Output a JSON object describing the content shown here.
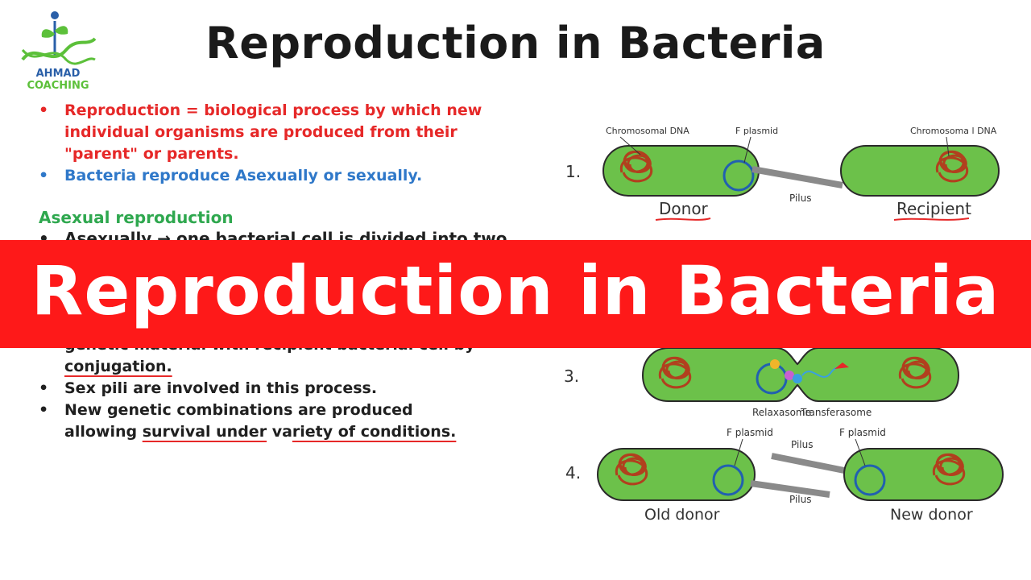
{
  "logo": {
    "line1": "AHMAD",
    "line2": "COACHING"
  },
  "title": "Reproduction in Bacteria",
  "intro_points": [
    {
      "text": "Reproduction = biological process by which new individual organisms are produced from their \"parent\" or parents.",
      "color": "#e62828"
    },
    {
      "text": "Bacteria reproduce Asexually or sexually.",
      "color": "#2f78c9"
    }
  ],
  "section": {
    "heading": "Asexual reproduction",
    "partial_line": "Asexually → one bacterial cell is divided into two"
  },
  "lower": {
    "partial_line": "genetic material with recipient bacterial cell by",
    "conj": "conjugation.",
    "points": [
      "Sex pili are involved in this process.",
      "New genetic combinations are produced"
    ],
    "last_line_a": "allowing ",
    "last_line_b": "survival under",
    "last_line_c": " va",
    "last_line_d": "riety of conditions."
  },
  "banner": {
    "text": "Reproduction in Bacteria",
    "color": "#fe1919"
  },
  "diagram": {
    "step1": {
      "num": "1.",
      "chromosomal_left": "Chromosomal DNA",
      "f_plasmid": "F plasmid",
      "chromosomal_right": "Chromosoma l DNA",
      "pilus": "Pilus",
      "donor": "Donor",
      "recipient": "Recipient"
    },
    "step3": {
      "num": "3.",
      "relaxasome": "Relaxasome",
      "transferasome": "Transferasome"
    },
    "step4": {
      "num": "4.",
      "f_plasmid_left": "F plasmid",
      "f_plasmid_right": "F plasmid",
      "pilus_top": "Pilus",
      "pilus_bottom": "Pilus",
      "old_donor": "Old donor",
      "new_donor": "New donor"
    },
    "colors": {
      "cell": "#6cc14a",
      "cell_stroke": "#2a2a2a",
      "dna": "#b1401e",
      "plasmid": "#2160b0",
      "pilus": "#8a8a8a"
    }
  }
}
